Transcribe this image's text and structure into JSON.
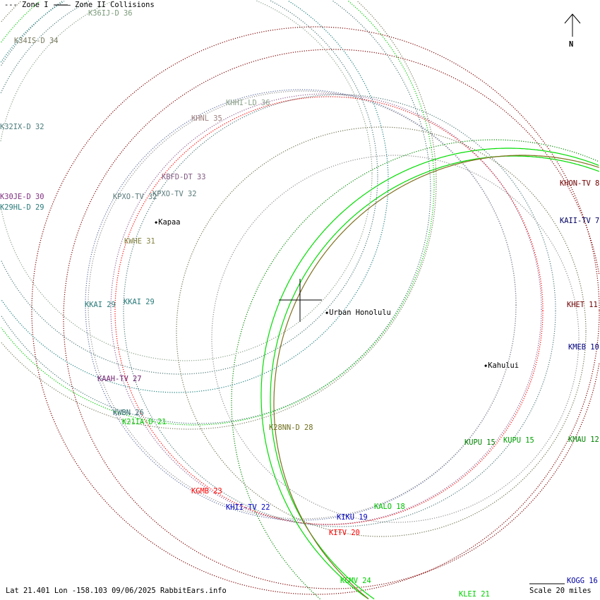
{
  "legend": {
    "text": "--- Zone I  ——— Zone II Collisions"
  },
  "compass": {
    "label": "N"
  },
  "footer": {
    "text": "Lat 21.401 Lon -158.103 09/06/2025 RabbitEars.info"
  },
  "scale": {
    "label": "Scale 20 miles"
  },
  "cities": [
    {
      "name": "Kapaa"
    },
    {
      "name": "Urban Honolulu"
    },
    {
      "name": "Kahului"
    }
  ],
  "stations": [
    {
      "label": "K36IJ-D 36",
      "color": "#7a9a7a"
    },
    {
      "label": "K34IS-D 34",
      "color": "#7a7a60"
    },
    {
      "label": "K32IX-D 32",
      "color": "#4a7a7a"
    },
    {
      "label": "KHHI-LD 36",
      "color": "#8aa08a"
    },
    {
      "label": "KHNL 35",
      "color": "#a08080"
    },
    {
      "label": "KBFD-DT 33",
      "color": "#805a80"
    },
    {
      "label": "KPXO-TV 32",
      "color": "#5a7a7a"
    },
    {
      "label": "KPXO-TV 32",
      "color": "#5a7a7a"
    },
    {
      "label": "K30JE-D 30",
      "color": "#803080"
    },
    {
      "label": "K29HL-D 29",
      "color": "#2a7a7a"
    },
    {
      "label": "KWHE 31",
      "color": "#808040"
    },
    {
      "label": "KKAI 29",
      "color": "#2a7a7a"
    },
    {
      "label": "KKAI 29",
      "color": "#2a7a7a"
    },
    {
      "label": "KAAH-TV 27",
      "color": "#702070"
    },
    {
      "label": "KWBN 26",
      "color": "#2a6a6a"
    },
    {
      "label": "K21IA-D 21",
      "color": "#00c800"
    },
    {
      "label": "K28NN-D 28",
      "color": "#707020"
    },
    {
      "label": "KGMB 23",
      "color": "#ff0000"
    },
    {
      "label": "KHII-TV 22",
      "color": "#0000c0"
    },
    {
      "label": "KALO 18",
      "color": "#00c000"
    },
    {
      "label": "KIKU 19",
      "color": "#0000c0"
    },
    {
      "label": "KITV 20",
      "color": "#ff0000"
    },
    {
      "label": "KGMV 24",
      "color": "#00d000"
    },
    {
      "label": "KLEI 21",
      "color": "#00d000"
    },
    {
      "label": "KOGG 16",
      "color": "#0000a0"
    },
    {
      "label": "KHON-TV 8",
      "color": "#700000"
    },
    {
      "label": "KAII-TV 7",
      "color": "#000060"
    },
    {
      "label": "KHET 11",
      "color": "#700000"
    },
    {
      "label": "KMEB 10",
      "color": "#000080"
    },
    {
      "label": "KMAU 12",
      "color": "#008000"
    },
    {
      "label": "KUPU 15",
      "color": "#008000"
    },
    {
      "label": "KUPU 15",
      "color": "#00a000"
    }
  ]
}
